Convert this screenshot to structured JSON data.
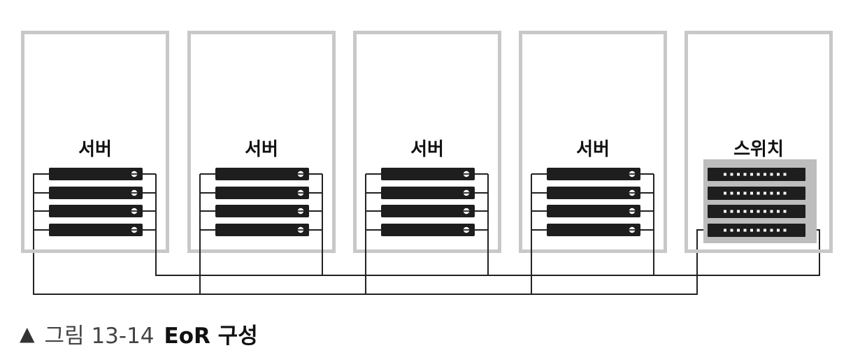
{
  "racks": [
    {
      "label": "서버",
      "kind": "server"
    },
    {
      "label": "서버",
      "kind": "server"
    },
    {
      "label": "서버",
      "kind": "server"
    },
    {
      "label": "서버",
      "kind": "server"
    },
    {
      "label": "스위치",
      "kind": "switch"
    }
  ],
  "units_per_rack": 4,
  "caption": {
    "marker": "▲",
    "number": "그림 13-14",
    "title": "EoR 구성"
  },
  "colors": {
    "rack_frame": "#c8c8c8",
    "server_unit": "#1e1e1e",
    "switch_panel": "#bdbdbd",
    "cable": "#222222"
  }
}
